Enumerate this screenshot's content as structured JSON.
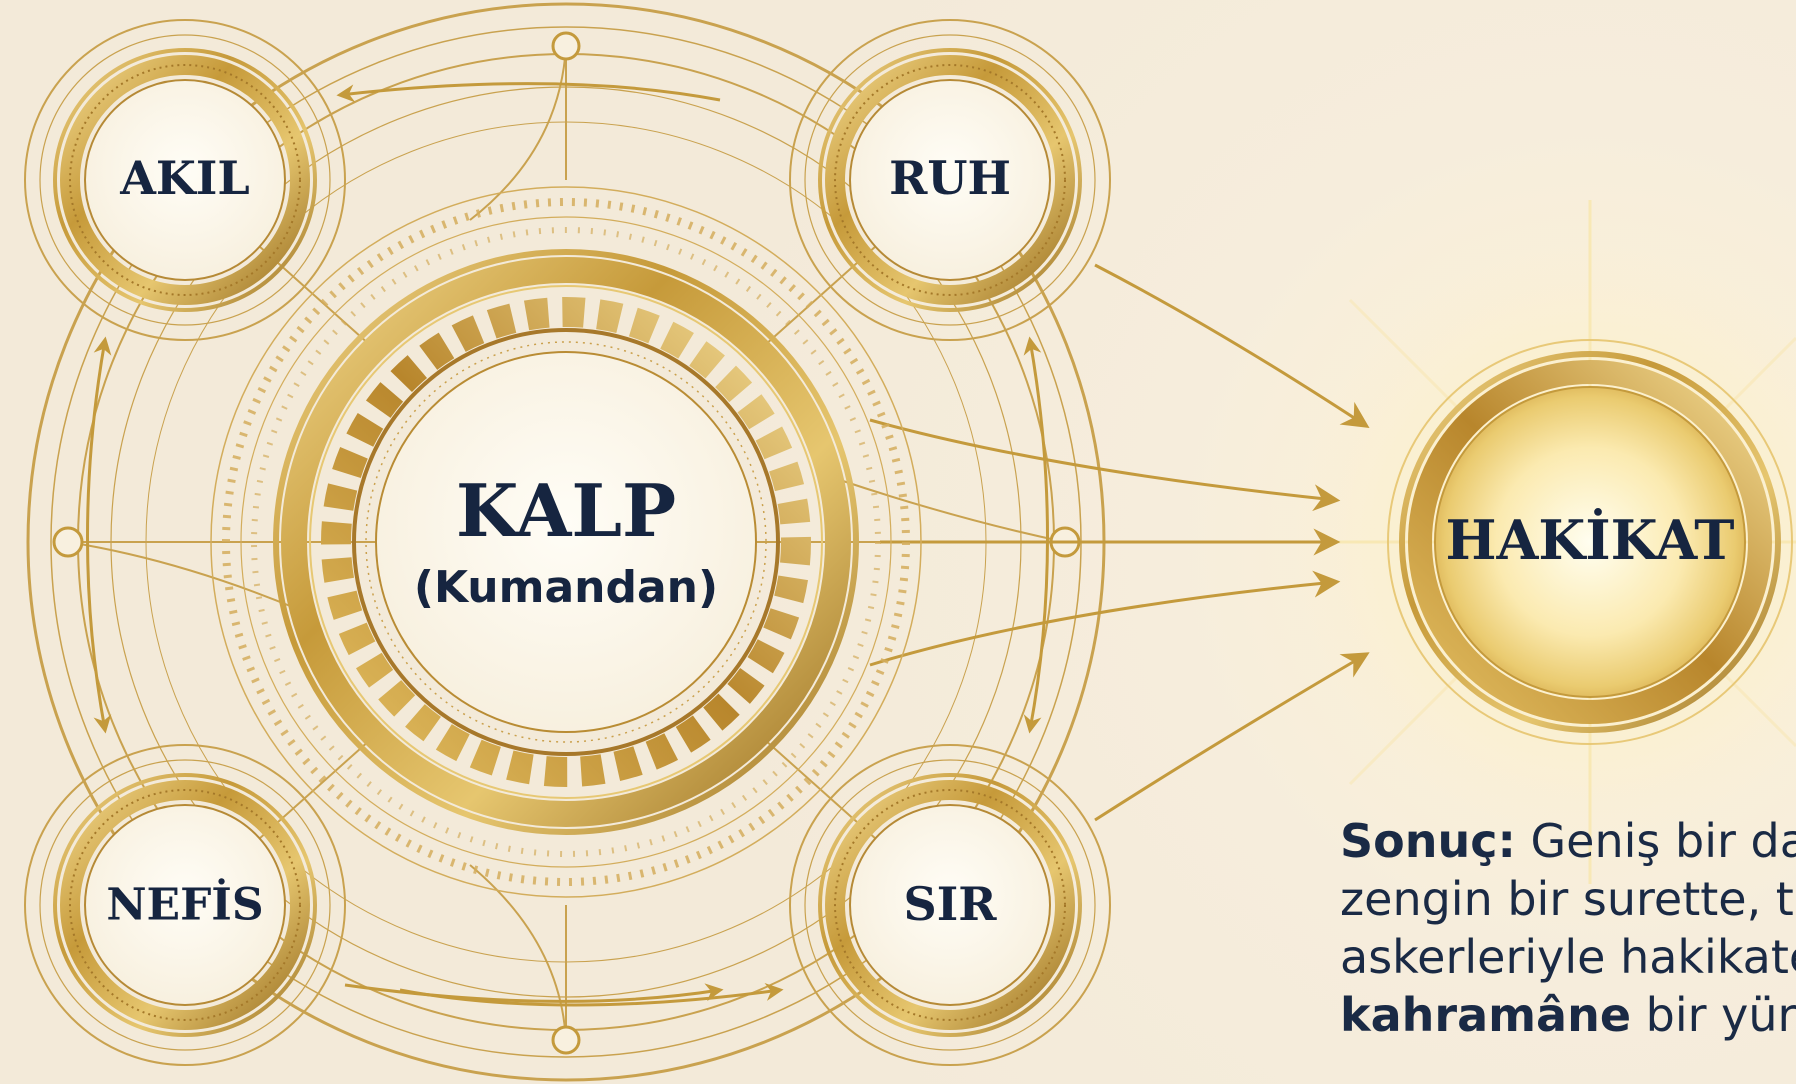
{
  "nodes": {
    "akil": "AKIL",
    "ruh": "RUH",
    "nefis": "NEFİS",
    "sir": "SIR",
    "kalp_title": "KALP",
    "kalp_subtitle": "(Kumandan)",
    "hakikat": "HAKİKAT"
  },
  "note": {
    "line1_bold": "Sonuç:",
    "line1_text": " Geniş bir dair",
    "line2_text": "zengin bir surette, tü",
    "line3_text": "askerleriyle hakikate",
    "line4_bold": "kahramâne",
    "line4_text": " bir yürüy"
  },
  "colors": {
    "gold": "#c49a3c",
    "gold_dark": "#9c7424",
    "gold_light": "#e8c978",
    "navy_text": "#162540",
    "background": "#f6eddb"
  }
}
